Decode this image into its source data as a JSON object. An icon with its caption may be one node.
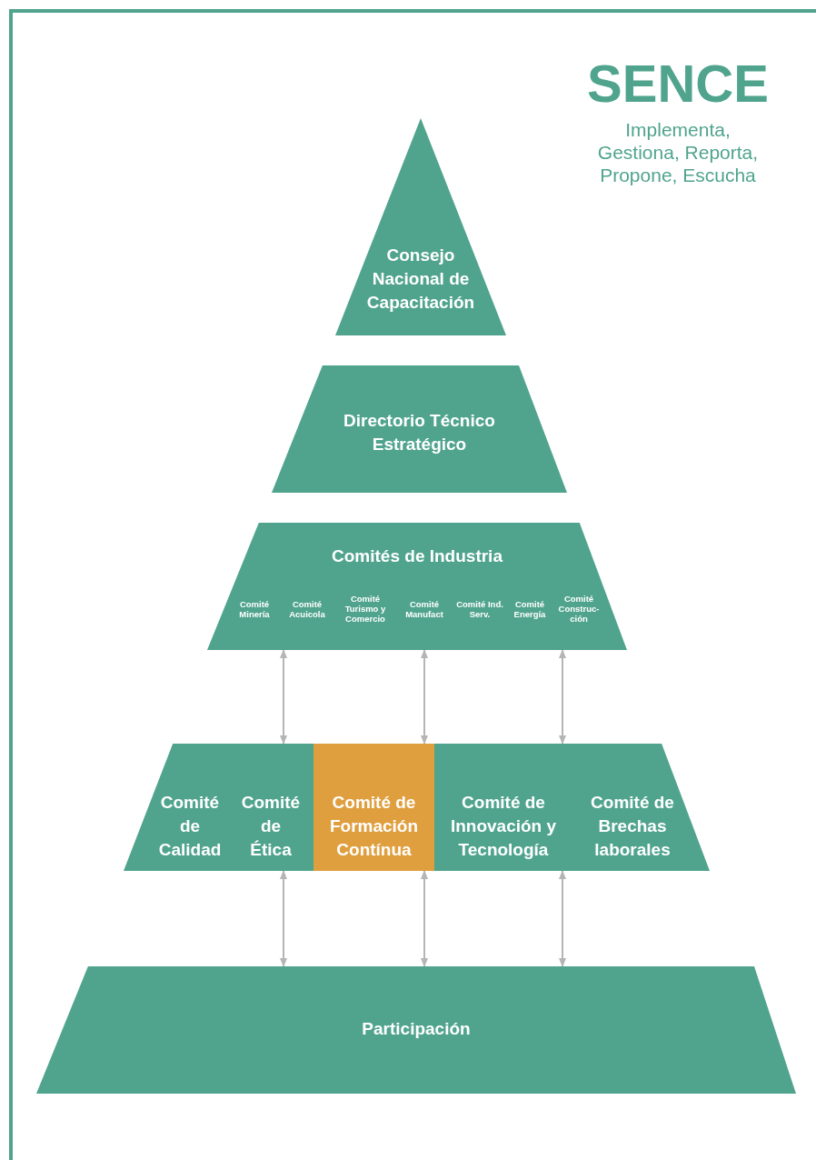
{
  "diagram": {
    "nodes": [
      {
        "text": [
          "Consejo Nacional de Capacitación"
        ]
      },
      {
        "text": [
          "Directorio Técnico Estratégico"
        ]
      },
      {
        "text": [
          "Comités de Industria",
          "Comité Minería",
          "Comité Acuicola",
          "Comité Turismo y Comercio",
          "Comité Manufact",
          "Comité Ind. Serv.",
          "Comité Energía",
          "Comité Construc-ción"
        ]
      },
      {
        "text": [],
        "shape": "trapezoid"
      },
      {
        "text": [
          "Comité de Calidad"
        ],
        "in": 3
      },
      {
        "text": [
          "Comité de Ética"
        ],
        "in": 3
      },
      {
        "text": [
          "Comité de Formación Contínua"
        ],
        "in": 3
      },
      {
        "text": [
          "Comité de Innovación y Tecnología"
        ],
        "in": 3
      },
      {
        "text": [
          "Comité de Brechas laborales"
        ],
        "in": 3
      },
      {
        "text": [
          "Participación"
        ]
      }
    ],
    "edges": [
      {
        "from": 2,
        "to": 3,
        "arrow": "both"
      },
      {
        "from": 2,
        "to": 3,
        "arrow": "both"
      },
      {
        "from": 2,
        "to": 3,
        "arrow": "both"
      },
      {
        "from": 3,
        "to": 9,
        "arrow": "both"
      },
      {
        "from": 3,
        "to": 9,
        "arrow": "both"
      },
      {
        "from": 3,
        "to": 9,
        "arrow": "both"
      }
    ],
    "labels": [
      "SENCE",
      "Implementa, Gestiona, Reporta, Propone, Escucha"
    ]
  }
}
